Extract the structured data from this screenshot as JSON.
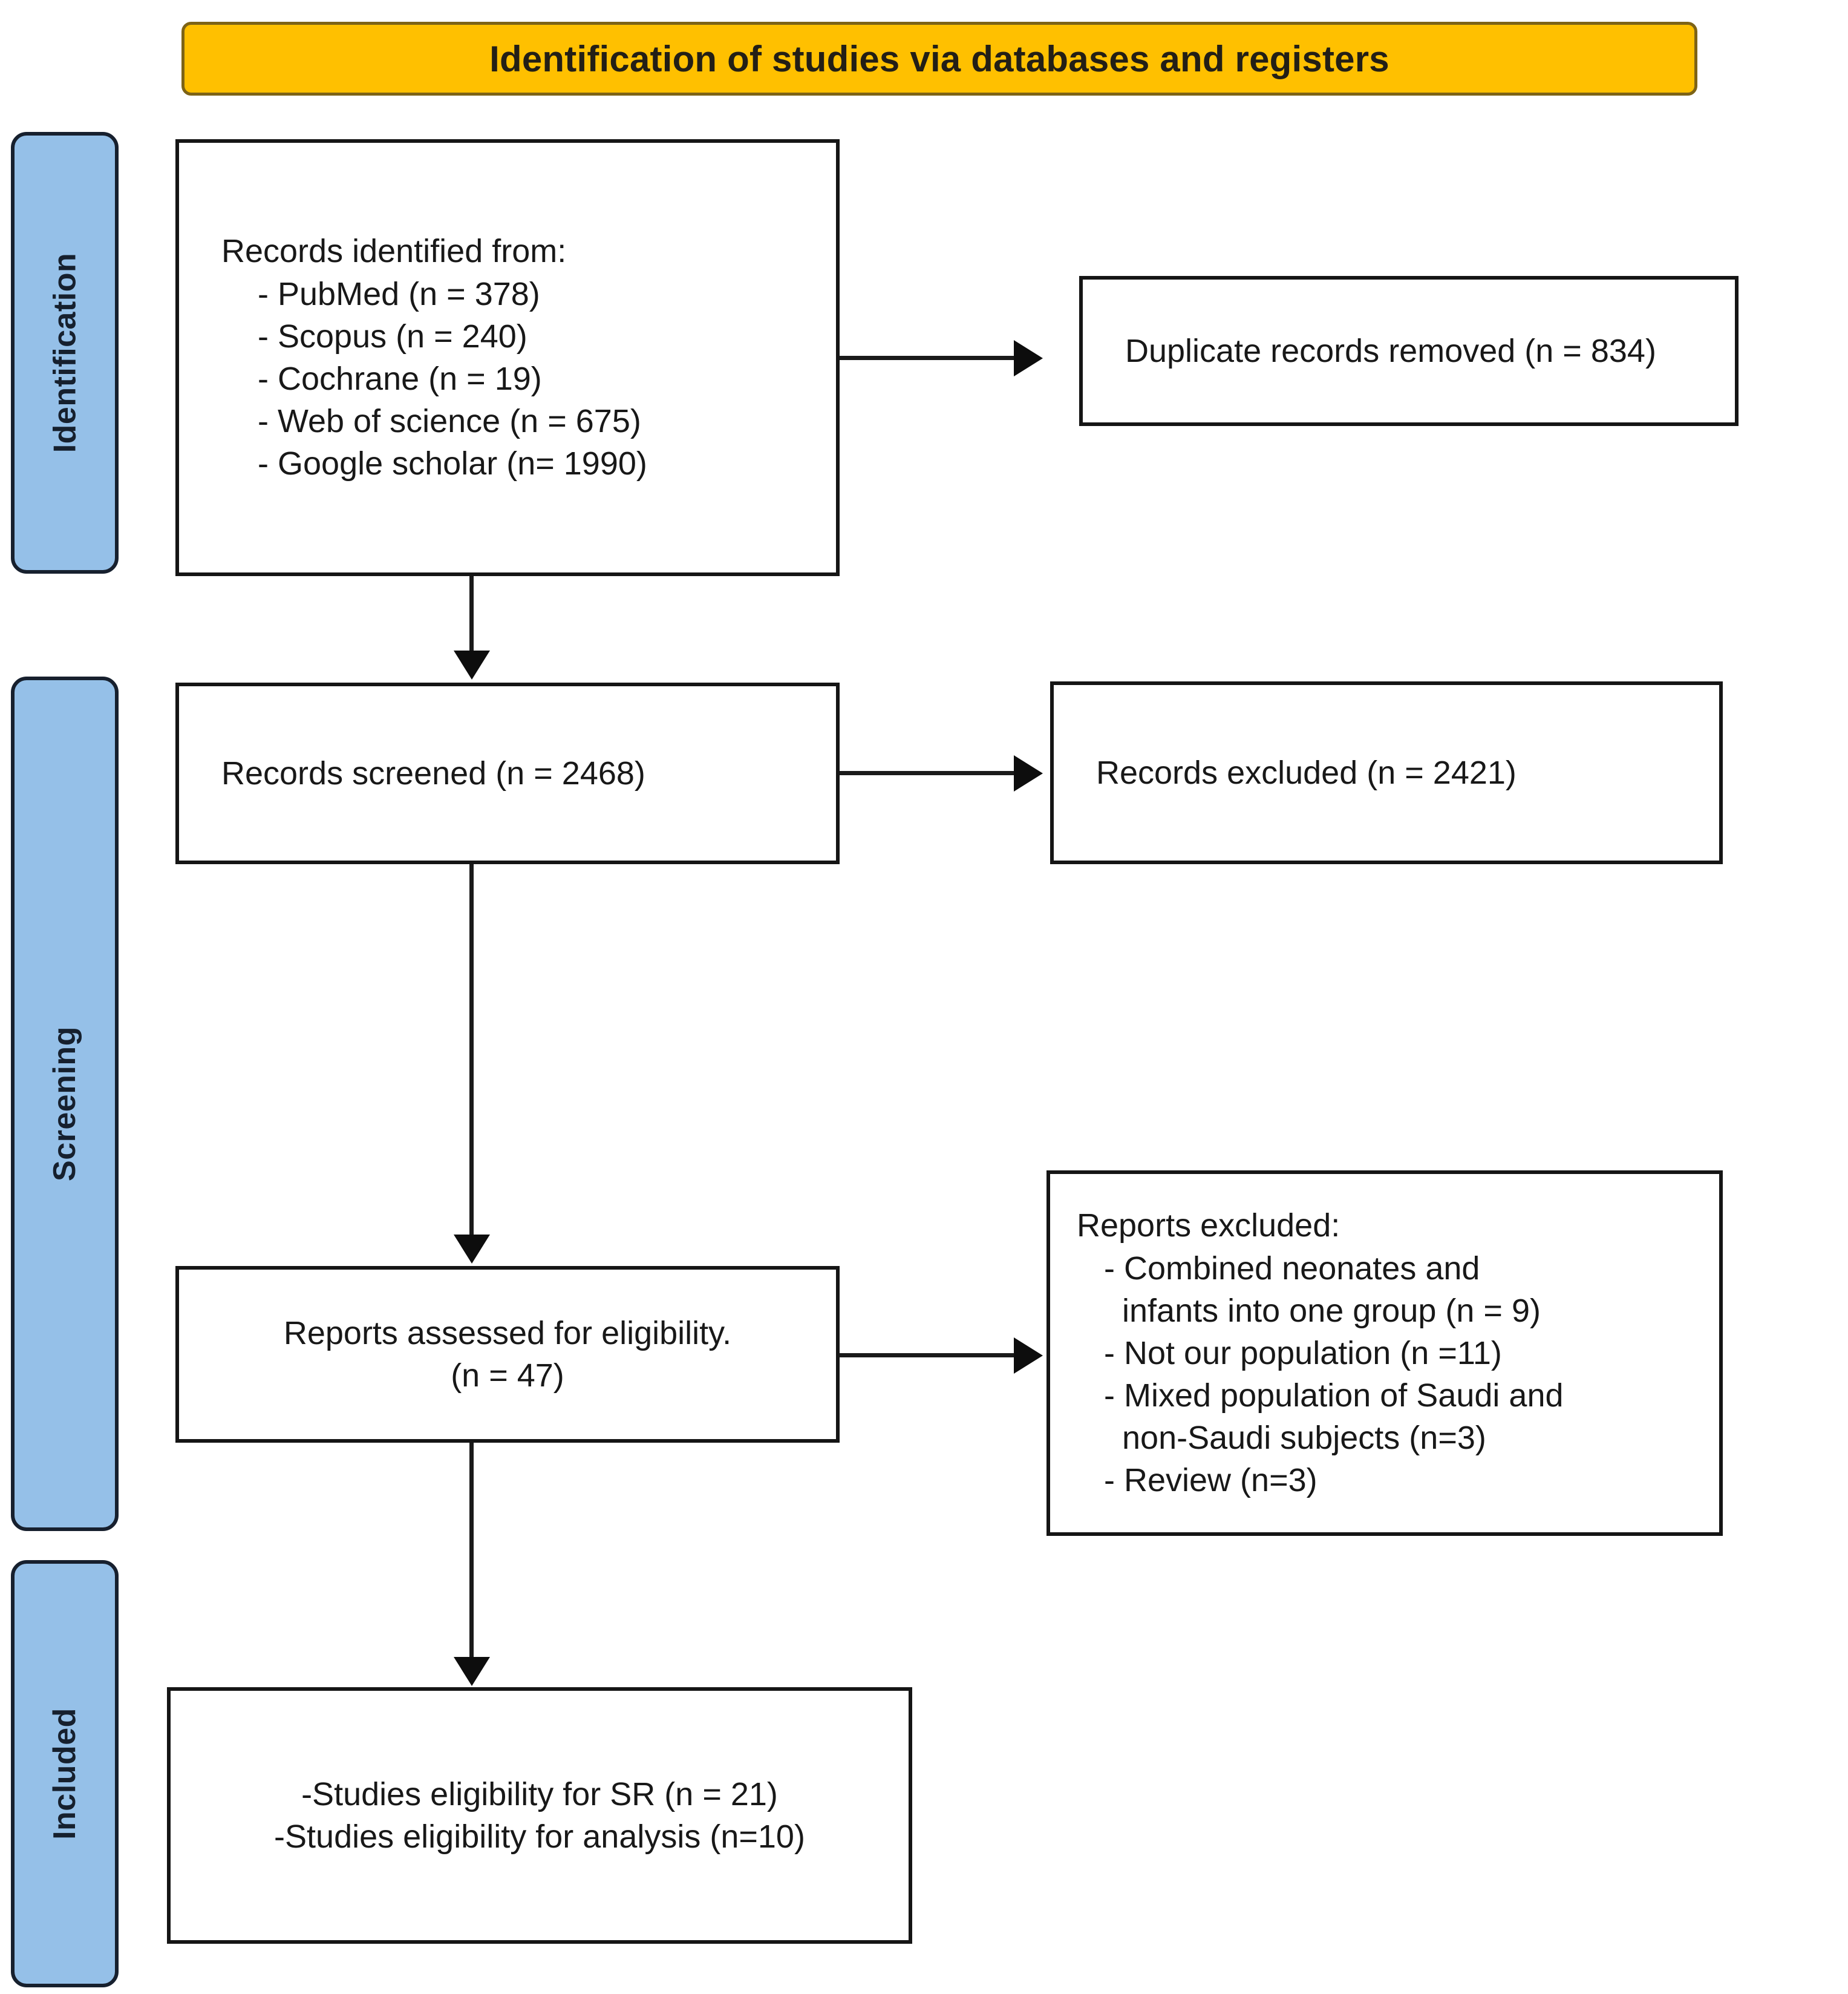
{
  "header": {
    "title": "Identification of studies via databases and registers"
  },
  "stages": [
    {
      "id": "identification",
      "label": "Identification"
    },
    {
      "id": "screening",
      "label": "Screening"
    },
    {
      "id": "included",
      "label": "Included"
    }
  ],
  "boxes": {
    "records_identified": {
      "heading": "Records identified from:",
      "items": [
        "- PubMed (n = 378)",
        "- Scopus (n = 240)",
        "- Cochrane (n = 19)",
        "- Web of science (n = 675)",
        "- Google scholar (n= 1990)"
      ],
      "text": "Records identified from:\n    - PubMed (n = 378)\n    - Scopus (n = 240)\n    - Cochrane (n = 19)\n    - Web of science (n = 675)\n    - Google scholar (n= 1990)"
    },
    "duplicates_removed": {
      "text": "Duplicate records removed (n = 834)"
    },
    "records_screened": {
      "text": "Records screened (n = 2468)"
    },
    "records_excluded": {
      "text": "Records excluded (n = 2421)"
    },
    "reports_assessed": {
      "text": "Reports assessed for eligibility.\n(n = 47)"
    },
    "reports_excluded": {
      "heading": "Reports excluded:",
      "items": [
        "- Combined neonates and infants into one group (n = 9)",
        "- Not our population (n =11)",
        "- Mixed population of Saudi and non-Saudi subjects (n=3)",
        "- Review (n=3)"
      ],
      "text": "Reports excluded:\n   - Combined neonates and\n     infants into one group (n = 9)\n   - Not our population (n =11)\n   - Mixed population of Saudi and\n     non-Saudi subjects (n=3)\n   - Review (n=3)"
    },
    "studies_included": {
      "items": [
        "-Studies eligibility for SR (n = 21)",
        "-Studies eligibility for analysis (n=10)"
      ],
      "text": "-Studies eligibility for SR (n = 21)\n-Studies eligibility for analysis (n=10)"
    }
  },
  "colors": {
    "header_fill": "#FFC000",
    "header_border": "#7D6316",
    "stage_fill": "#95C0E8",
    "stage_border": "#17202E",
    "box_border": "#151515",
    "line": "#1A1A1A",
    "page_background": "#FFFFFF"
  }
}
